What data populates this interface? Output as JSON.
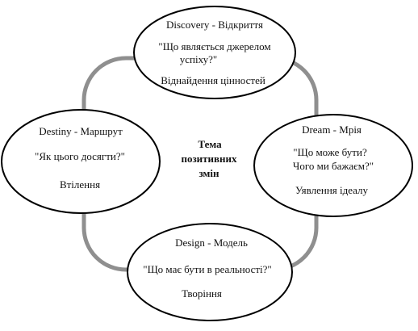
{
  "diagram": {
    "center": {
      "lines": [
        "Тема",
        "позитивних",
        "змін"
      ]
    },
    "nodes": {
      "discovery": {
        "title": "Discovery - Відкриття",
        "question_lines": [
          "\"Що являється джерелом",
          "успіху?\""
        ],
        "result": "Віднайдення цінностей"
      },
      "dream": {
        "title": "Dream - Мрія",
        "question_lines": [
          "\"Що може бути?",
          "Чого ми бажаєм?\""
        ],
        "result": "Уявлення ідеалу"
      },
      "design": {
        "title": "Design - Модель",
        "question_lines": [
          "\"Що має бути в реальності?\""
        ],
        "result": "Творіння"
      },
      "destiny": {
        "title": "Destiny - Маршрут",
        "question_lines": [
          "\"Як цього досягти?\""
        ],
        "result": "Втілення"
      }
    },
    "colors": {
      "connector": "#8f8f8f",
      "ellipse_stroke": "#000000",
      "ellipse_fill": "#ffffff",
      "text": "#111111"
    }
  }
}
